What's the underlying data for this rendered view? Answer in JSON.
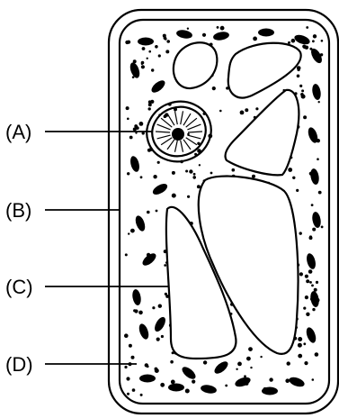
{
  "diagram": {
    "labels": {
      "a": "(A)",
      "b": "(B)",
      "c": "(C)",
      "d": "(D)"
    },
    "colors": {
      "ink": "#000000",
      "background": "#ffffff"
    }
  }
}
